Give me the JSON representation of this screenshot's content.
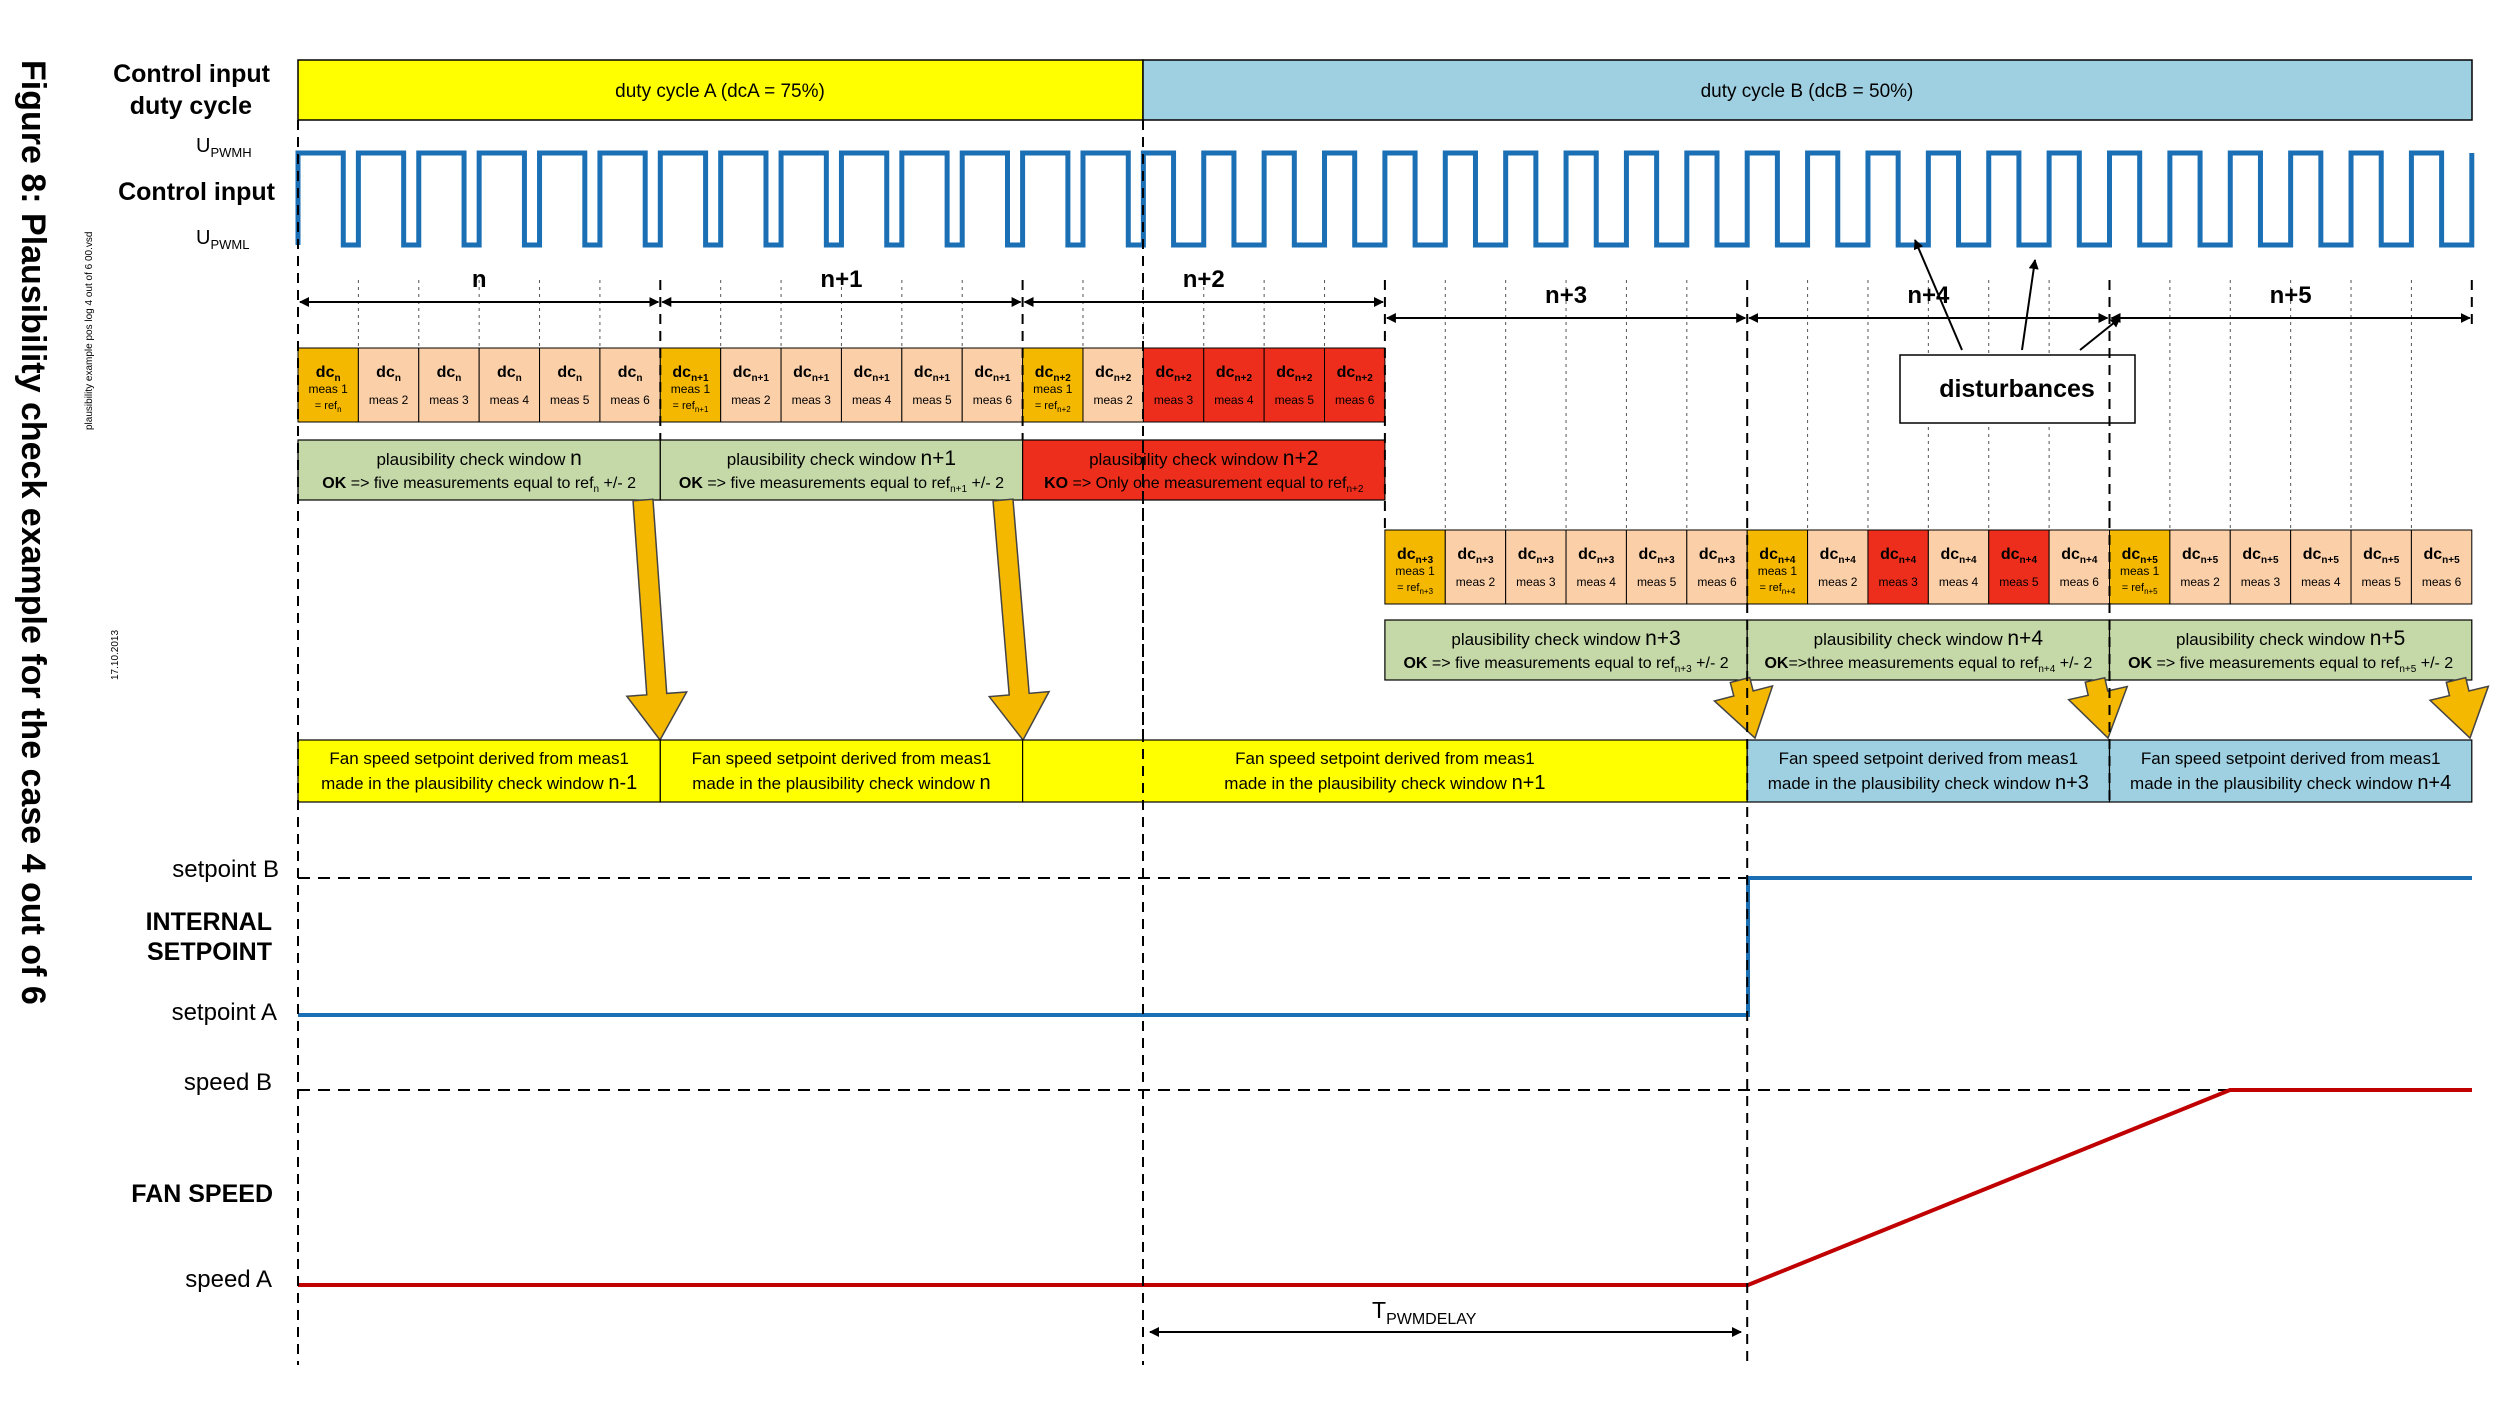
{
  "figure_title": "Figure 8: Plausibility check example for the case 4 out of 6",
  "file_note": {
    "line1": "plausibility example pos log 4 out of 6 00.vsd",
    "line2": "17.10.2013"
  },
  "labels": {
    "control_input_duty": "Control input",
    "control_input_duty_2": "duty cycle",
    "control_input": "Control input",
    "upwmh_main": "U",
    "upwmh_sub": "PWMH",
    "upwml_main": "U",
    "upwml_sub": "PWML",
    "setpoint_b": "setpoint B",
    "internal": "INTERNAL",
    "setpoint": "SETPOINT",
    "setpoint_a": "setpoint A",
    "speed_b": "speed B",
    "fan_speed": "FAN SPEED",
    "speed_a": "speed A",
    "tpwm_main": "T",
    "tpwm_sub": "PWMDELAY",
    "disturbances": "disturbances"
  },
  "duty_cycles": {
    "a": "duty cycle A  (dcA = 75%)",
    "b": "duty cycle B (dcB = 50%)"
  },
  "windows": [
    {
      "label": "n"
    },
    {
      "label": "n+1"
    },
    {
      "label": "n+2"
    },
    {
      "label": "n+3"
    },
    {
      "label": "n+4"
    },
    {
      "label": "n+5"
    }
  ],
  "measurements_row1": [
    {
      "dc": "dc",
      "sub": "n",
      "meas": "meas 1",
      "ref": "= ref",
      "refsub": "n",
      "color": "#f5b800"
    },
    {
      "dc": "dc",
      "sub": "n",
      "meas": "meas 2",
      "color": "#fbcfa8"
    },
    {
      "dc": "dc",
      "sub": "n",
      "meas": "meas 3",
      "color": "#fbcfa8"
    },
    {
      "dc": "dc",
      "sub": "n",
      "meas": "meas 4",
      "color": "#fbcfa8"
    },
    {
      "dc": "dc",
      "sub": "n",
      "meas": "meas 5",
      "color": "#fbcfa8"
    },
    {
      "dc": "dc",
      "sub": "n",
      "meas": "meas 6",
      "color": "#fbcfa8"
    },
    {
      "dc": "dc",
      "sub": "n+1",
      "meas": "meas 1",
      "ref": "= ref",
      "refsub": "n+1",
      "color": "#f5b800"
    },
    {
      "dc": "dc",
      "sub": "n+1",
      "meas": "meas 2",
      "color": "#fbcfa8"
    },
    {
      "dc": "dc",
      "sub": "n+1",
      "meas": "meas 3",
      "color": "#fbcfa8"
    },
    {
      "dc": "dc",
      "sub": "n+1",
      "meas": "meas 4",
      "color": "#fbcfa8"
    },
    {
      "dc": "dc",
      "sub": "n+1",
      "meas": "meas 5",
      "color": "#fbcfa8"
    },
    {
      "dc": "dc",
      "sub": "n+1",
      "meas": "meas 6",
      "color": "#fbcfa8"
    },
    {
      "dc": "dc",
      "sub": "n+2",
      "meas": "meas 1",
      "ref": "= ref",
      "refsub": "n+2",
      "color": "#f5b800"
    },
    {
      "dc": "dc",
      "sub": "n+2",
      "meas": "meas 2",
      "color": "#fbcfa8"
    },
    {
      "dc": "dc",
      "sub": "n+2",
      "meas": "meas 3",
      "color": "#ee2e1c"
    },
    {
      "dc": "dc",
      "sub": "n+2",
      "meas": "meas 4",
      "color": "#ee2e1c"
    },
    {
      "dc": "dc",
      "sub": "n+2",
      "meas": "meas 5",
      "color": "#ee2e1c"
    },
    {
      "dc": "dc",
      "sub": "n+2",
      "meas": "meas 6",
      "color": "#ee2e1c"
    }
  ],
  "measurements_row2": [
    {
      "dc": "dc",
      "sub": "n+3",
      "meas": "meas 1",
      "ref": "= ref",
      "refsub": "n+3",
      "color": "#f5b800"
    },
    {
      "dc": "dc",
      "sub": "n+3",
      "meas": "meas 2",
      "color": "#fbcfa8"
    },
    {
      "dc": "dc",
      "sub": "n+3",
      "meas": "meas 3",
      "color": "#fbcfa8"
    },
    {
      "dc": "dc",
      "sub": "n+3",
      "meas": "meas 4",
      "color": "#fbcfa8"
    },
    {
      "dc": "dc",
      "sub": "n+3",
      "meas": "meas 5",
      "color": "#fbcfa8"
    },
    {
      "dc": "dc",
      "sub": "n+3",
      "meas": "meas 6",
      "color": "#fbcfa8"
    },
    {
      "dc": "dc",
      "sub": "n+4",
      "meas": "meas 1",
      "ref": "= ref",
      "refsub": "n+4",
      "color": "#f5b800"
    },
    {
      "dc": "dc",
      "sub": "n+4",
      "meas": "meas 2",
      "color": "#fbcfa8"
    },
    {
      "dc": "dc",
      "sub": "n+4",
      "meas": "meas 3",
      "color": "#ee2e1c"
    },
    {
      "dc": "dc",
      "sub": "n+4",
      "meas": "meas 4",
      "color": "#fbcfa8"
    },
    {
      "dc": "dc",
      "sub": "n+4",
      "meas": "meas 5",
      "color": "#ee2e1c"
    },
    {
      "dc": "dc",
      "sub": "n+4",
      "meas": "meas 6",
      "color": "#fbcfa8"
    },
    {
      "dc": "dc",
      "sub": "n+5",
      "meas": "meas 1",
      "ref": "= ref",
      "refsub": "n+5",
      "color": "#f5b800"
    },
    {
      "dc": "dc",
      "sub": "n+5",
      "meas": "meas 2",
      "color": "#fbcfa8"
    },
    {
      "dc": "dc",
      "sub": "n+5",
      "meas": "meas 3",
      "color": "#fbcfa8"
    },
    {
      "dc": "dc",
      "sub": "n+5",
      "meas": "meas 4",
      "color": "#fbcfa8"
    },
    {
      "dc": "dc",
      "sub": "n+5",
      "meas": "meas 5",
      "color": "#fbcfa8"
    },
    {
      "dc": "dc",
      "sub": "n+5",
      "meas": "meas 6",
      "color": "#fbcfa8"
    }
  ],
  "checks_row1": [
    {
      "title": "plausibility check window ",
      "title_big": "n",
      "verdict": "OK",
      "rest": " => five measurements equal to ref",
      "refsub": "n",
      "tail": " +/- 2",
      "color": "#c4d8a8"
    },
    {
      "title": "plausibility check window ",
      "title_big": "n+1",
      "verdict": "OK",
      "rest": " => five measurements equal to ref",
      "refsub": "n+1",
      "tail": " +/- 2",
      "color": "#c4d8a8"
    },
    {
      "title": "plausibility check window ",
      "title_big": "n+2",
      "verdict": "KO",
      "rest": " => Only one measurement equal to ref",
      "refsub": "n+2",
      "tail": "",
      "color": "#ee2e1c"
    }
  ],
  "checks_row2": [
    {
      "title": "plausibility check window ",
      "title_big": "n+3",
      "verdict": "OK",
      "rest": " => five measurements equal to ref",
      "refsub": "n+3",
      "tail": " +/- 2",
      "color": "#c4d8a8"
    },
    {
      "title": "plausibility check window ",
      "title_big": "n+4",
      "verdict": "OK",
      "rest": "=>three measurements equal to ref",
      "refsub": "n+4",
      "tail": " +/- 2",
      "color": "#c4d8a8"
    },
    {
      "title": "plausibility check window ",
      "title_big": "n+5",
      "verdict": "OK",
      "rest": " => five measurements equal to ref",
      "refsub": "n+5",
      "tail": " +/- 2",
      "color": "#c4d8a8"
    }
  ],
  "setpoints": [
    {
      "line1": "Fan speed setpoint derived from meas1",
      "line2": "made in the plausibility check window ",
      "big": "n-1",
      "color": "#ffff00"
    },
    {
      "line1": "Fan speed setpoint derived from meas1",
      "line2": "made in the plausibility check window ",
      "big": "n",
      "color": "#ffff00"
    },
    {
      "line1": "Fan speed setpoint derived from meas1",
      "line2": "made in the plausibility check window ",
      "big": "n+1",
      "color": "#ffff00"
    },
    {
      "line1": "Fan speed setpoint derived from meas1",
      "line2": "made in the plausibility check window ",
      "big": "n+3",
      "color": "#9fd0e2"
    },
    {
      "line1": "Fan speed setpoint derived from meas1",
      "line2": "made in the plausibility check window ",
      "big": "n+4",
      "color": "#9fd0e2"
    }
  ],
  "colors": {
    "signal_blue": "#1a6fb5",
    "speed_red": "#c00000",
    "arrow_orange": "#f5b800",
    "duty_a": "#ffff00",
    "duty_b": "#9fd0e2"
  }
}
